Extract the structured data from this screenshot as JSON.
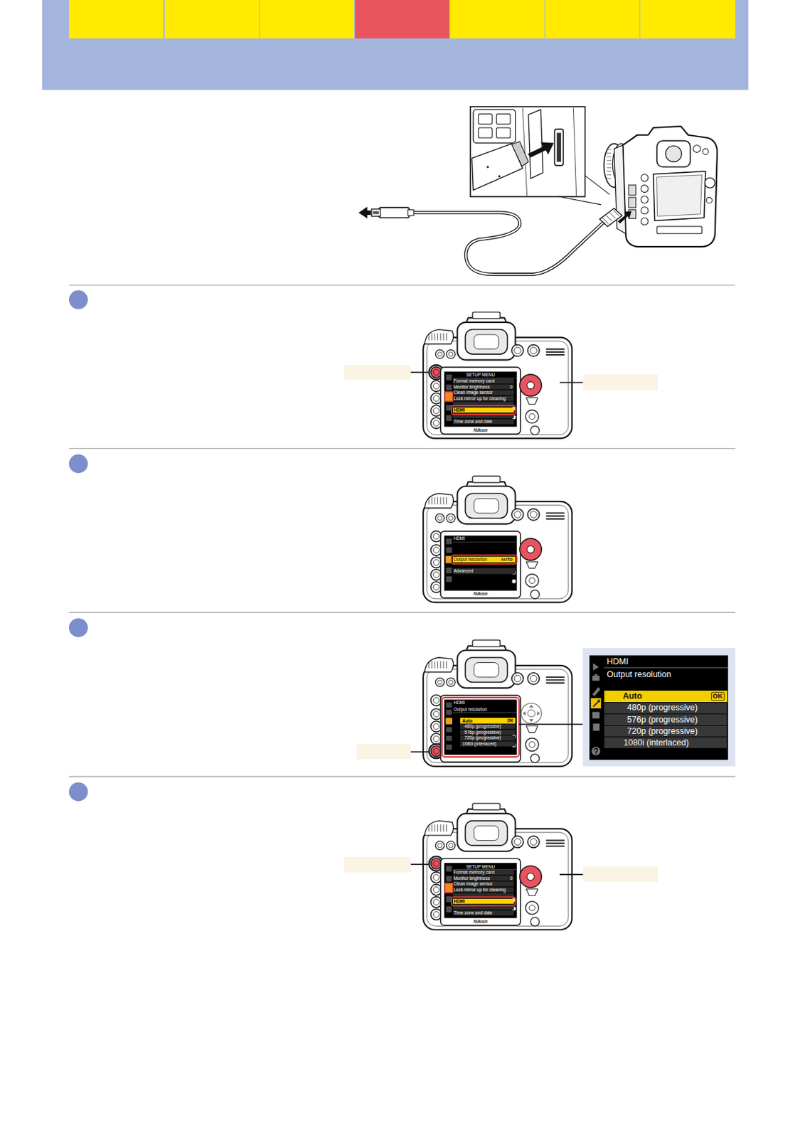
{
  "diagram": {
    "nodes": [
      {
        "text": [
          "HDMI",
          "Output resolution"
        ]
      },
      {
        "text": [
          "Auto",
          "OK"
        ],
        "in": 0
      },
      {
        "text": [
          "480p (progressive)"
        ],
        "in": 0
      },
      {
        "text": [
          "576p (progressive)"
        ],
        "in": 0
      },
      {
        "text": [
          "720p (progressive)"
        ],
        "in": 0
      },
      {
        "text": [
          "1080i (interlaced)"
        ],
        "in": 0
      }
    ],
    "labels": [
      "SETUP MENU",
      "Format memory card",
      "Monitor brightness",
      "0",
      "Clean image sensor",
      "Lock mirror up for cleaning",
      "HDMI",
      "Time zone and date",
      "Nikon",
      "HDMI",
      "Output resolution",
      "AUTO",
      "Advanced",
      "Nikon",
      "HDMI",
      "Output resolution",
      "Auto",
      "OK",
      "480p (progressive)",
      "576p (progressive)",
      "720p (progressive)",
      "1080i (interlaced)",
      "SETUP MENU",
      "Format memory card",
      "Monitor brightness",
      "0",
      "Clean image sensor",
      "Lock mirror up for cleaning",
      "HDMI",
      "Time zone and date",
      "Nikon"
    ]
  }
}
